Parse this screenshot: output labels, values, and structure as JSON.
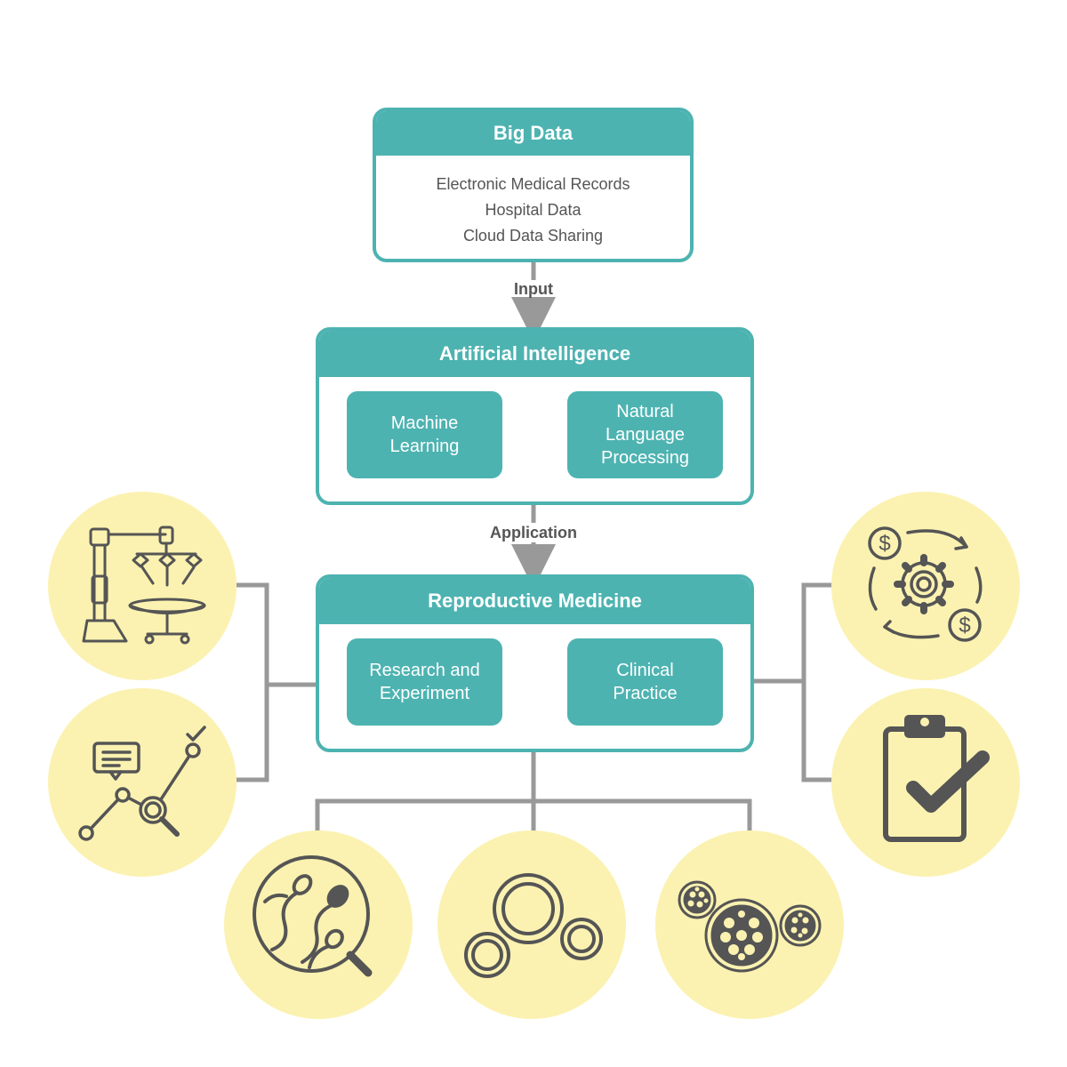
{
  "big_data": {
    "title": "Big Data",
    "items": [
      "Electronic Medical Records",
      "Hospital Data",
      "Cloud Data Sharing"
    ]
  },
  "edges": {
    "input": "Input",
    "application": "Application"
  },
  "ai": {
    "title": "Artificial Intelligence",
    "machine_learning": "Machine\nLearning",
    "nlp": "Natural\nLanguage\nProcessing"
  },
  "reproductive": {
    "title": "Reproductive Medicine",
    "research": "Research and\nExperiment",
    "clinical": "Clinical\nPractice"
  },
  "colors": {
    "teal": "#4db3b1",
    "circle_fill": "#fbf2b1",
    "connector": "#999999",
    "icon": "#555555",
    "label_text": "#555555"
  },
  "icons": [
    "surgical-robot-icon",
    "data-analysis-icon",
    "sperm-magnifier-icon",
    "oocyte-cells-icon",
    "embryo-cells-icon",
    "cost-cycle-icon",
    "clipboard-check-icon"
  ]
}
